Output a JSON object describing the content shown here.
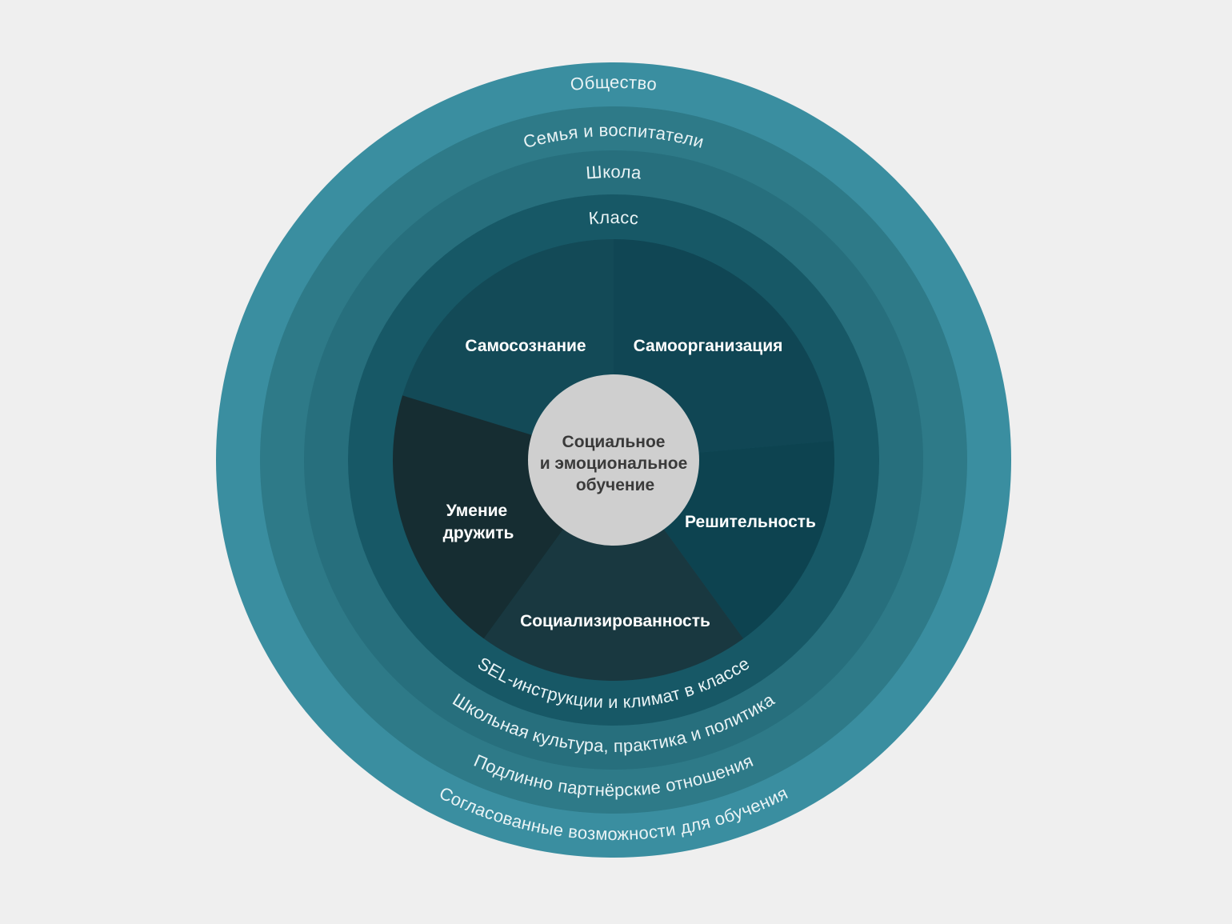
{
  "rings": [
    {
      "top_label": "Общество",
      "bottom_label": "Согласованные возможности для обучения",
      "color": "#3a8ea0"
    },
    {
      "top_label": "Семья и воспитатели",
      "bottom_label": "Подлинно партнёрские отношения",
      "color": "#2e7a88"
    },
    {
      "top_label": "Школа",
      "bottom_label": "Школьная культура, практика и политика",
      "color": "#276f7d"
    },
    {
      "top_label": "Класс",
      "bottom_label": "SEL-инструкции и климат в классе",
      "color": "#175866"
    }
  ],
  "segments": [
    {
      "label": "Самосознание",
      "color": "#134a57"
    },
    {
      "label": "Самоорганизация",
      "color": "#104654"
    },
    {
      "label": "Решительность",
      "color": "#0d4350"
    },
    {
      "label": "Социализированность",
      "color": "#193840"
    },
    {
      "label_line1": "Умение",
      "label_line2": "дружить",
      "color": "#162d32"
    }
  ],
  "core": {
    "line1": "Социальное",
    "line2": "и эмоциональное",
    "line3": "обучение",
    "color": "#cfcfcf"
  }
}
